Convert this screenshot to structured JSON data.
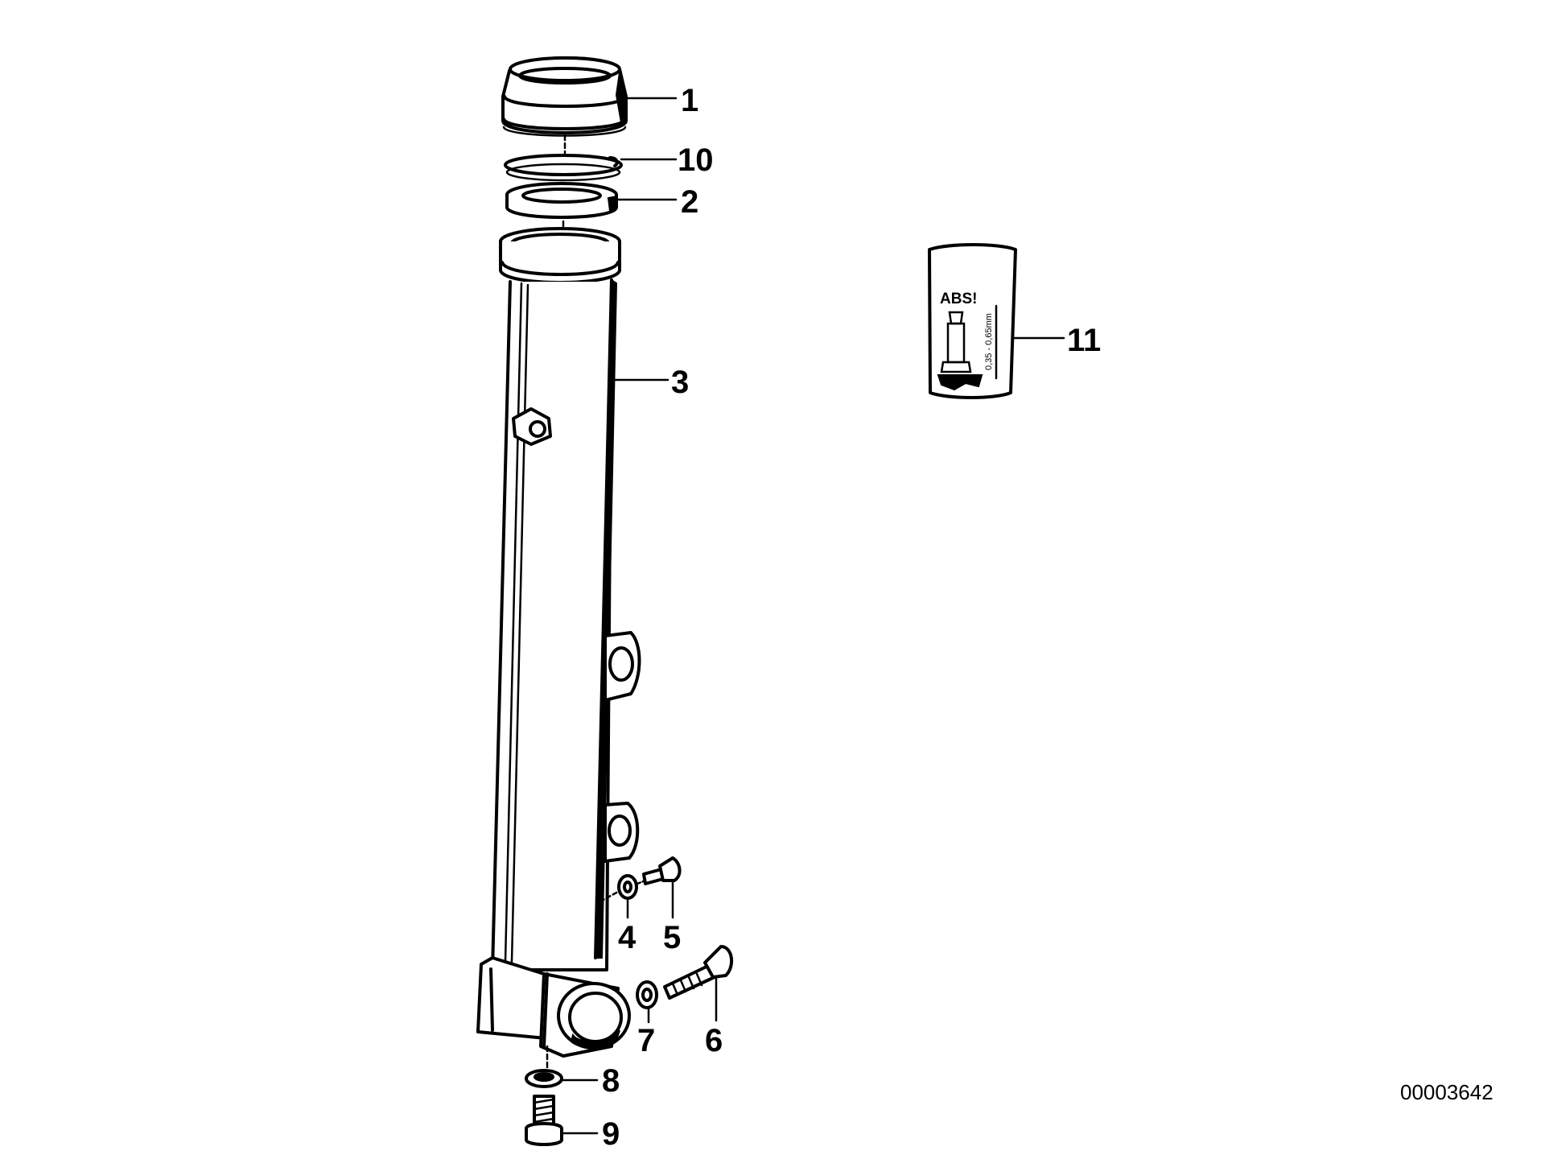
{
  "callouts": {
    "c1": "1",
    "c2": "2",
    "c3": "3",
    "c4": "4",
    "c5": "5",
    "c6": "6",
    "c7": "7",
    "c8": "8",
    "c9": "9",
    "c10": "10",
    "c11": "11"
  },
  "sticker": {
    "heading": "ABS!",
    "measure": "0,35 - 0,65mm"
  },
  "reference_number": "00003642"
}
